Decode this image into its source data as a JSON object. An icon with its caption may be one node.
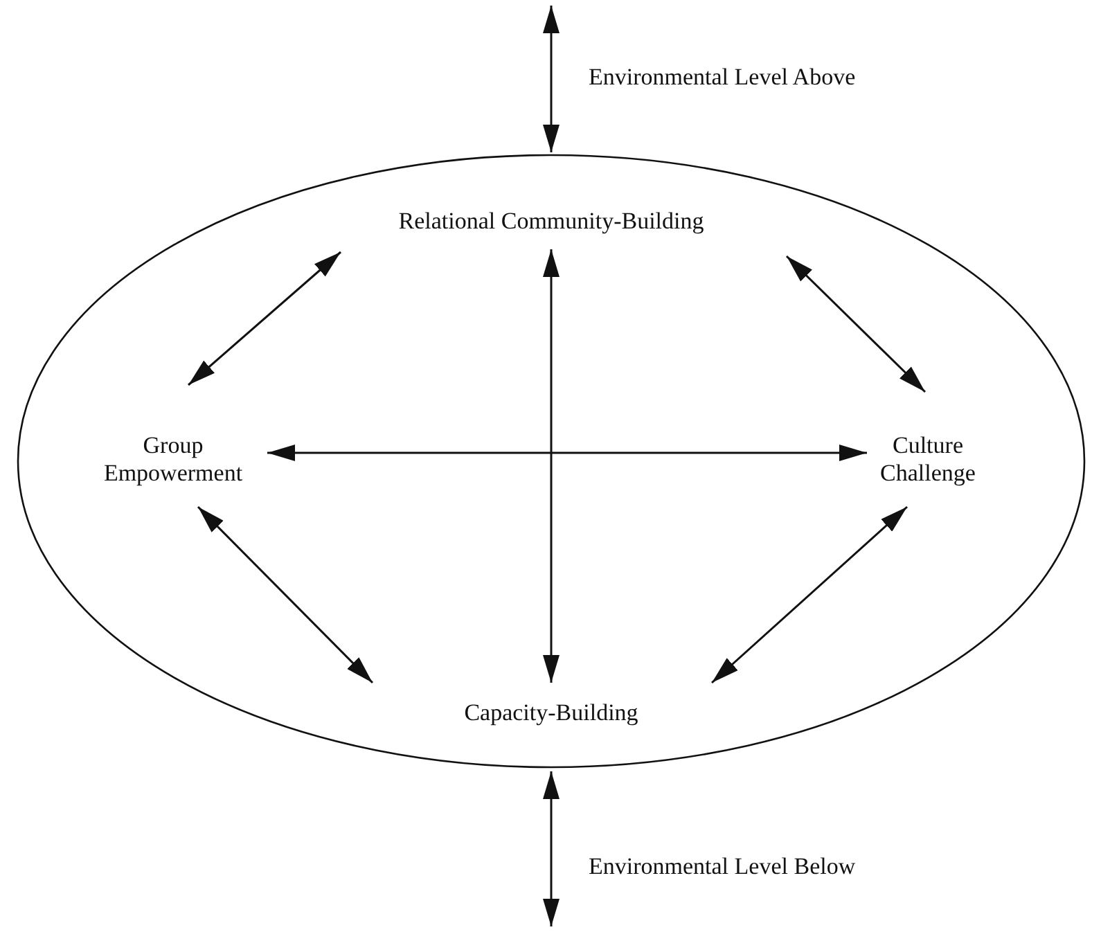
{
  "diagram": {
    "nodes": [
      {
        "text": [],
        "shape": "ellipse"
      },
      {
        "text": [
          "Relational Community-Building"
        ],
        "in": 0
      },
      {
        "text": [
          "Group Empowerment"
        ],
        "in": 0
      },
      {
        "text": [
          "Culture Challenge"
        ],
        "in": 0
      },
      {
        "text": [
          "Capacity-Building"
        ],
        "in": 0
      }
    ],
    "edges": [
      {
        "from": null,
        "to": 0,
        "arrow": "both"
      },
      {
        "from": 1,
        "to": 2,
        "arrow": "both"
      },
      {
        "from": 1,
        "to": 3,
        "arrow": "both"
      },
      {
        "from": 2,
        "to": 3,
        "arrow": "both"
      },
      {
        "from": 1,
        "to": 4,
        "arrow": "both"
      },
      {
        "from": 2,
        "to": 4,
        "arrow": "both"
      },
      {
        "from": 3,
        "to": 4,
        "arrow": "both"
      },
      {
        "from": 0,
        "to": null,
        "arrow": "both"
      }
    ],
    "labels": [
      "Environmental Level Above",
      "Environmental Level Below"
    ]
  }
}
